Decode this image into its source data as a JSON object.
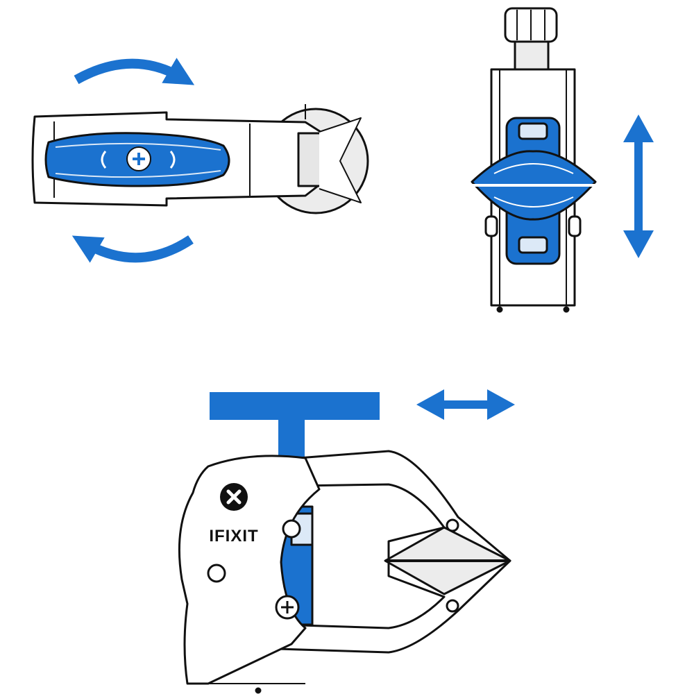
{
  "brand": {
    "logo_text": "IFIXIT"
  },
  "colors": {
    "accent": "#1b72cf",
    "accent_light": "#dce9f7",
    "outline": "#111111",
    "body_fill": "#ffffff",
    "cup_fill": "#ececec"
  },
  "illustrations": [
    {
      "name": "handle-rotation",
      "motion": "rotate"
    },
    {
      "name": "clamp-vertical",
      "motion": "vertical"
    },
    {
      "name": "clamp-side",
      "motion": "horizontal"
    }
  ]
}
